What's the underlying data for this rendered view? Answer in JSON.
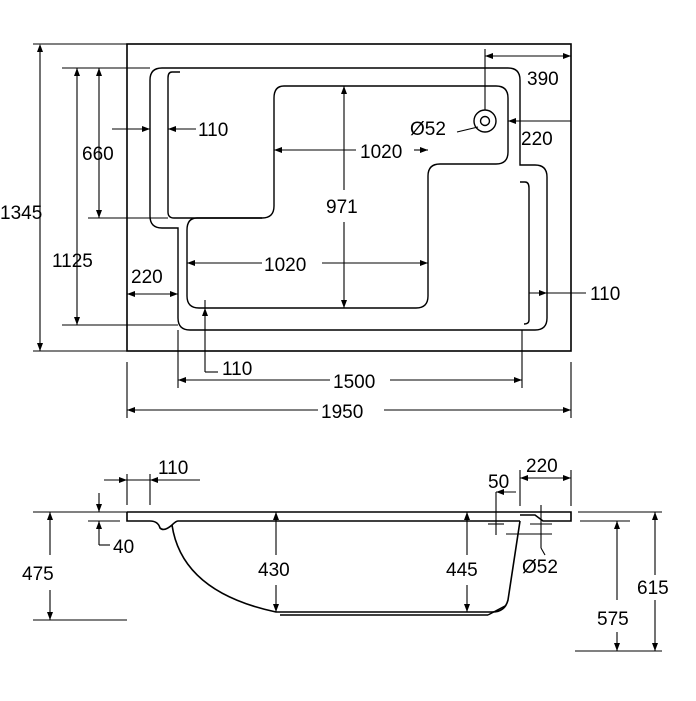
{
  "top_view": {
    "overall_width": "1950",
    "overall_depth": "1345",
    "inner_length": "1500",
    "inner_depth": "1125",
    "seat_depth": "660",
    "left_rim": "220",
    "left_offset": "110",
    "bottom_offset": "110",
    "right_offset": "110",
    "upper_basin_width": "1020",
    "lower_basin_width": "1020",
    "basin_depth": "971",
    "drain_from_right": "390",
    "drain_from_top": "220",
    "drain_diameter": "Ø52"
  },
  "side_view": {
    "left_rim_width": "110",
    "rim_thickness": "40",
    "left_height": "475",
    "inner_left_depth": "430",
    "inner_right_depth": "445",
    "overflow_offset": "50",
    "right_rim_width": "220",
    "overflow_diameter": "Ø52",
    "right_inner_height": "575",
    "right_height": "615"
  }
}
